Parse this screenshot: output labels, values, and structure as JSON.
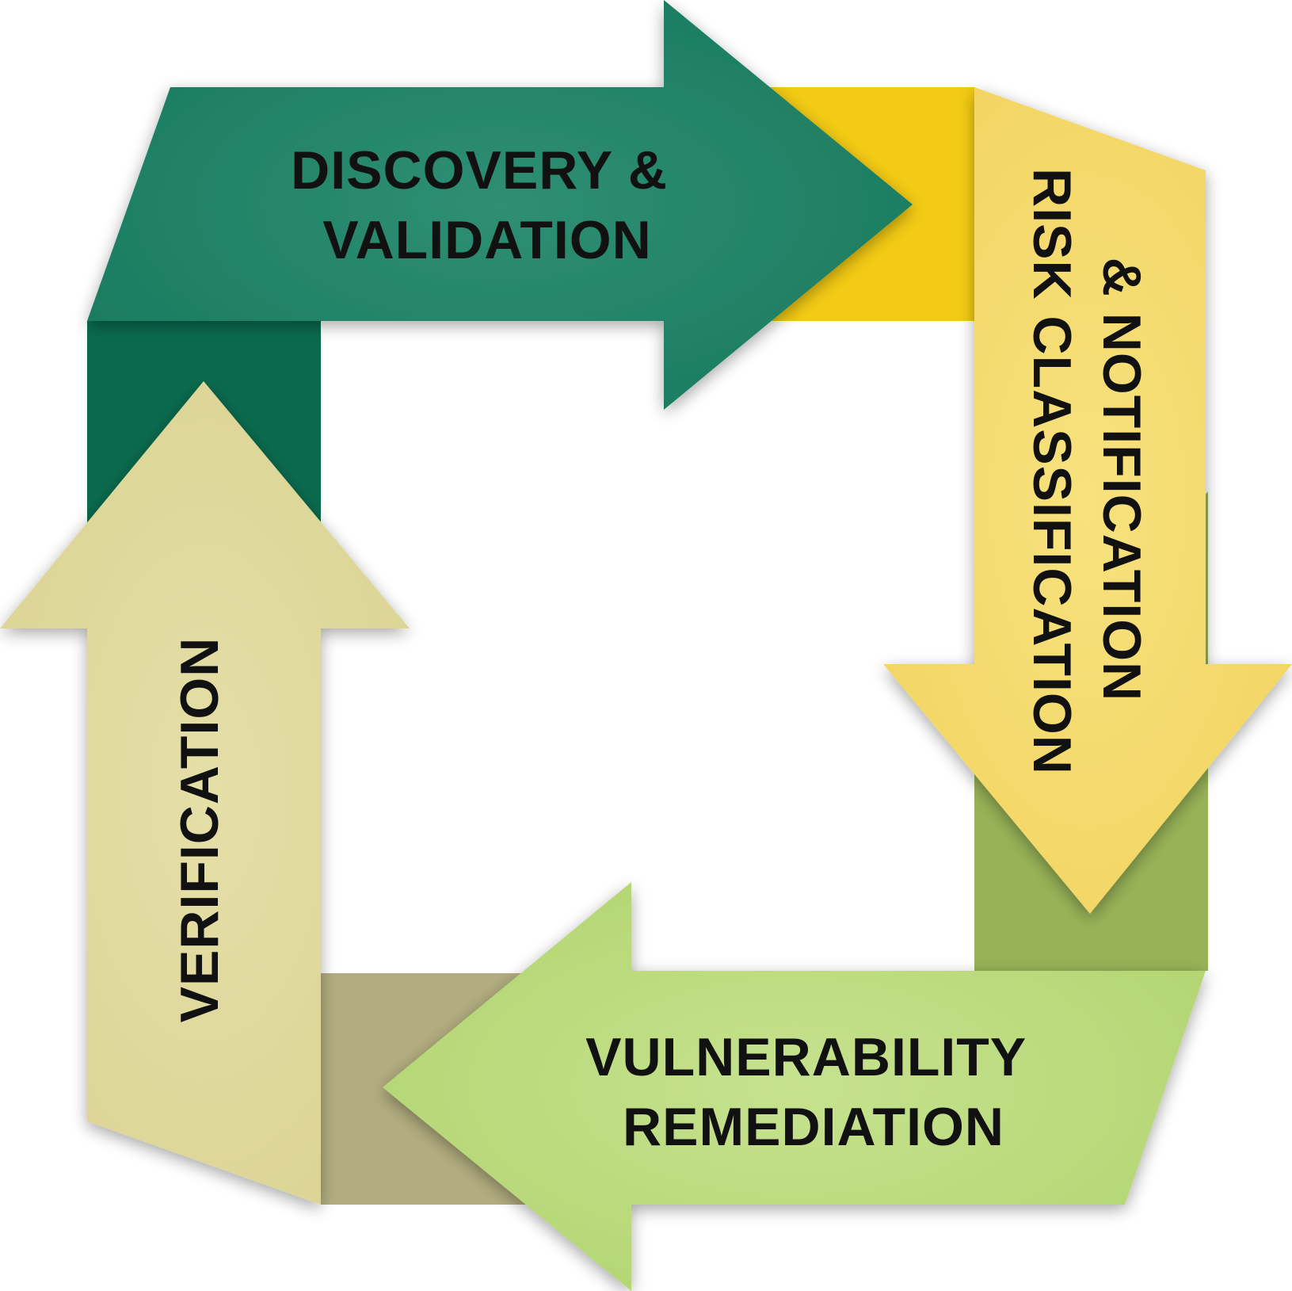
{
  "stages": [
    {
      "id": "discovery",
      "lines": [
        "DISCOVERY &",
        "VALIDATION"
      ],
      "color": "#1a7b5f",
      "fold_color": "#0a6a4e"
    },
    {
      "id": "risk",
      "lines": [
        "RISK CLASSIFICATION",
        "& NOTIFICATION"
      ],
      "color": "#f2d462",
      "fold_color": "#f3cb14"
    },
    {
      "id": "remediation",
      "lines": [
        "VULNERABILITY",
        "REMEDIATION"
      ],
      "color": "#b3d572",
      "fold_color": "#97b257"
    },
    {
      "id": "verification",
      "lines": [
        "VERIFICATION"
      ],
      "color": "#dbd494",
      "fold_color": "#b2ad80"
    }
  ]
}
